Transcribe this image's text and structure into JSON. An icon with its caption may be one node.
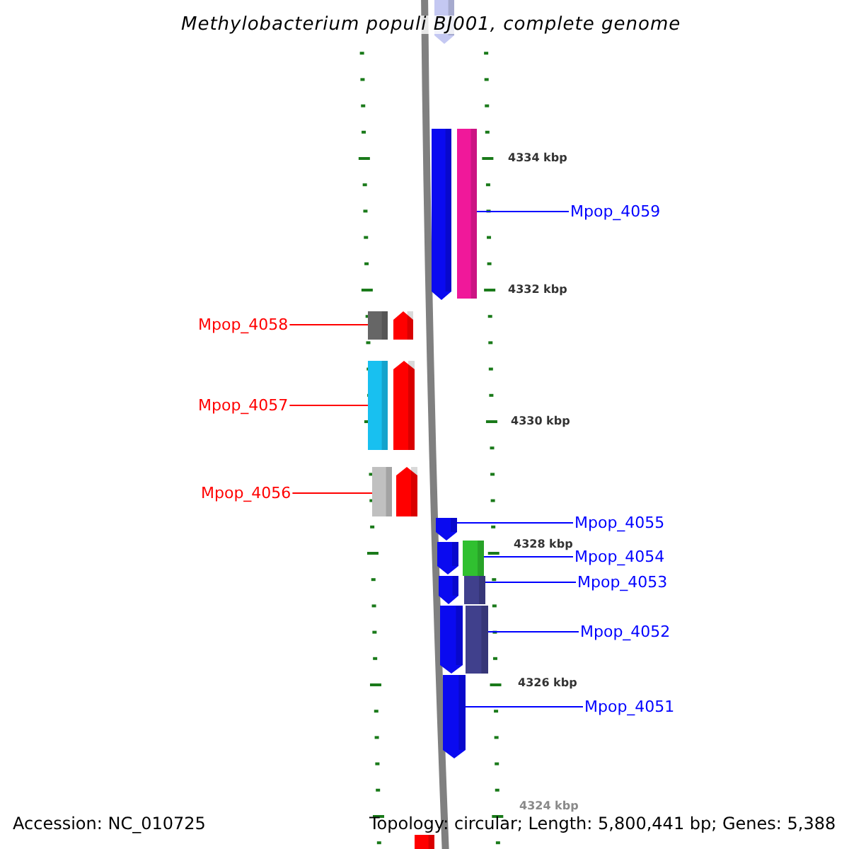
{
  "diagram": {
    "title": "Methylobacterium populi BJ001, complete genome",
    "nodes": [
      {
        "text": [],
        "shape": "arrow"
      },
      {
        "text": [
          "Mpop_4059"
        ]
      },
      {
        "text": [],
        "shape": "arrow"
      },
      {
        "text": [],
        "shape": "bar"
      },
      {
        "text": [
          "Mpop_4058"
        ]
      },
      {
        "text": [],
        "shape": "bar"
      },
      {
        "text": [],
        "shape": "arrow"
      },
      {
        "text": [
          "Mpop_4057"
        ]
      },
      {
        "text": [],
        "shape": "bar"
      },
      {
        "text": [],
        "shape": "arrow"
      },
      {
        "text": [
          "Mpop_4056"
        ]
      },
      {
        "text": [],
        "shape": "bar"
      },
      {
        "text": [],
        "shape": "arrow"
      },
      {
        "text": [
          "Mpop_4055"
        ]
      },
      {
        "text": [],
        "shape": "arrow"
      },
      {
        "text": [
          "Mpop_4054"
        ]
      },
      {
        "text": [],
        "shape": "arrow"
      },
      {
        "text": [],
        "shape": "bar"
      },
      {
        "text": [
          "Mpop_4053"
        ]
      },
      {
        "text": [],
        "shape": "arrow"
      },
      {
        "text": [],
        "shape": "bar"
      },
      {
        "text": [
          "Mpop_4052"
        ]
      },
      {
        "text": [],
        "shape": "arrow"
      },
      {
        "text": [],
        "shape": "bar"
      },
      {
        "text": [
          "Mpop_4051"
        ]
      },
      {
        "text": [],
        "shape": "arrow"
      },
      {
        "text": [],
        "shape": "bar"
      }
    ],
    "edges": [
      {
        "from": 1,
        "to": 3,
        "arrow": "none"
      },
      {
        "from": 4,
        "to": 5,
        "arrow": "none",
        "color": "#ff0000"
      },
      {
        "from": 7,
        "to": 8,
        "arrow": "none",
        "color": "#ff0000"
      },
      {
        "from": 10,
        "to": 11,
        "arrow": "none",
        "color": "#ff0000"
      },
      {
        "from": 13,
        "to": 14,
        "arrow": "none"
      },
      {
        "from": 15,
        "to": 17,
        "arrow": "none"
      },
      {
        "from": 18,
        "to": 20,
        "arrow": "none"
      },
      {
        "from": 21,
        "to": 23,
        "arrow": "none"
      },
      {
        "from": 24,
        "to": 25,
        "arrow": "none"
      }
    ],
    "labels": [
      "4334 kbp",
      "4332 kbp",
      "4330 kbp",
      "4328 kbp",
      "4326 kbp",
      "4324 kbp",
      "Accession: NC_010725",
      "Topology: circular; Length: 5,800,441 bp; Genes: 5,388"
    ]
  }
}
